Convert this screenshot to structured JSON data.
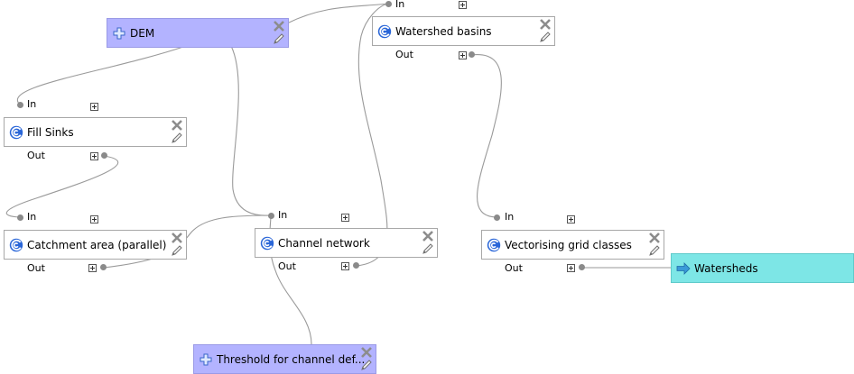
{
  "canvas": {
    "nodes": {
      "dem": {
        "label": "DEM",
        "kind": "input",
        "icon": "plus-icon"
      },
      "fill_sinks": {
        "label": "Fill Sinks",
        "kind": "algorithm",
        "icon": "saga-algorithm-icon",
        "in_label": "In",
        "out_label": "Out"
      },
      "catchment_area": {
        "label": "Catchment area (parallel)",
        "kind": "algorithm",
        "icon": "saga-algorithm-icon",
        "in_label": "In",
        "out_label": "Out"
      },
      "channel_network": {
        "label": "Channel network",
        "kind": "algorithm",
        "icon": "saga-algorithm-icon",
        "in_label": "In",
        "out_label": "Out"
      },
      "watershed_basins": {
        "label": "Watershed basins",
        "kind": "algorithm",
        "icon": "saga-algorithm-icon",
        "in_label": "In",
        "out_label": "Out"
      },
      "vectorising": {
        "label": "Vectorising grid classes",
        "kind": "algorithm",
        "icon": "saga-algorithm-icon",
        "in_label": "In",
        "out_label": "Out"
      },
      "threshold": {
        "label": "Threshold for channel def...",
        "kind": "input",
        "icon": "plus-icon"
      },
      "watersheds": {
        "label": "Watersheds",
        "kind": "output",
        "icon": "arrow-right-icon"
      }
    },
    "colors": {
      "input_fill": "#b3b3ff",
      "output_fill": "#7de6e6",
      "node_border": "#a8a8a8",
      "wire": "#9a9a9a"
    }
  }
}
